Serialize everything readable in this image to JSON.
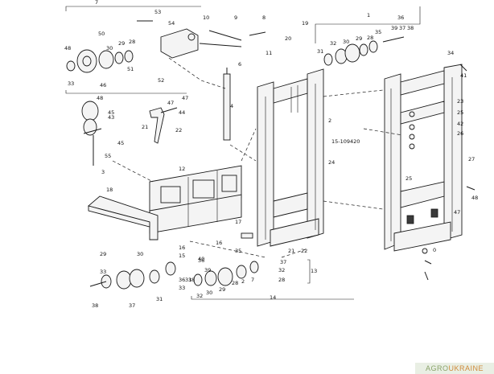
{
  "labels": [
    "7",
    "53",
    "54",
    "10",
    "9",
    "8",
    "19",
    "20",
    "11",
    "1",
    "36",
    "39",
    "37",
    "38",
    "50",
    "48",
    "29",
    "28",
    "30",
    "51",
    "52",
    "33",
    "31",
    "32",
    "30",
    "29",
    "28",
    "35",
    "34",
    "41",
    "6",
    "4",
    "46",
    "48",
    "45",
    "47",
    "47",
    "44",
    "21",
    "22",
    "23",
    "25",
    "42",
    "2",
    "15-109420",
    "24",
    "25",
    "26",
    "27",
    "48",
    "47",
    "43",
    "45",
    "3",
    "55",
    "12",
    "18",
    "17",
    "16",
    "35",
    "40",
    "21",
    "22",
    "16",
    "15",
    "36",
    "39",
    "38",
    "37",
    "32",
    "28",
    "29",
    "31",
    "30",
    "33",
    "37",
    "38",
    "36",
    "33",
    "31",
    "32",
    "30",
    "29",
    "28",
    "2",
    "7",
    "14",
    "13",
    "0"
  ],
  "watermark": {
    "part1": "AGRO",
    "part2": "UKRAINE"
  }
}
